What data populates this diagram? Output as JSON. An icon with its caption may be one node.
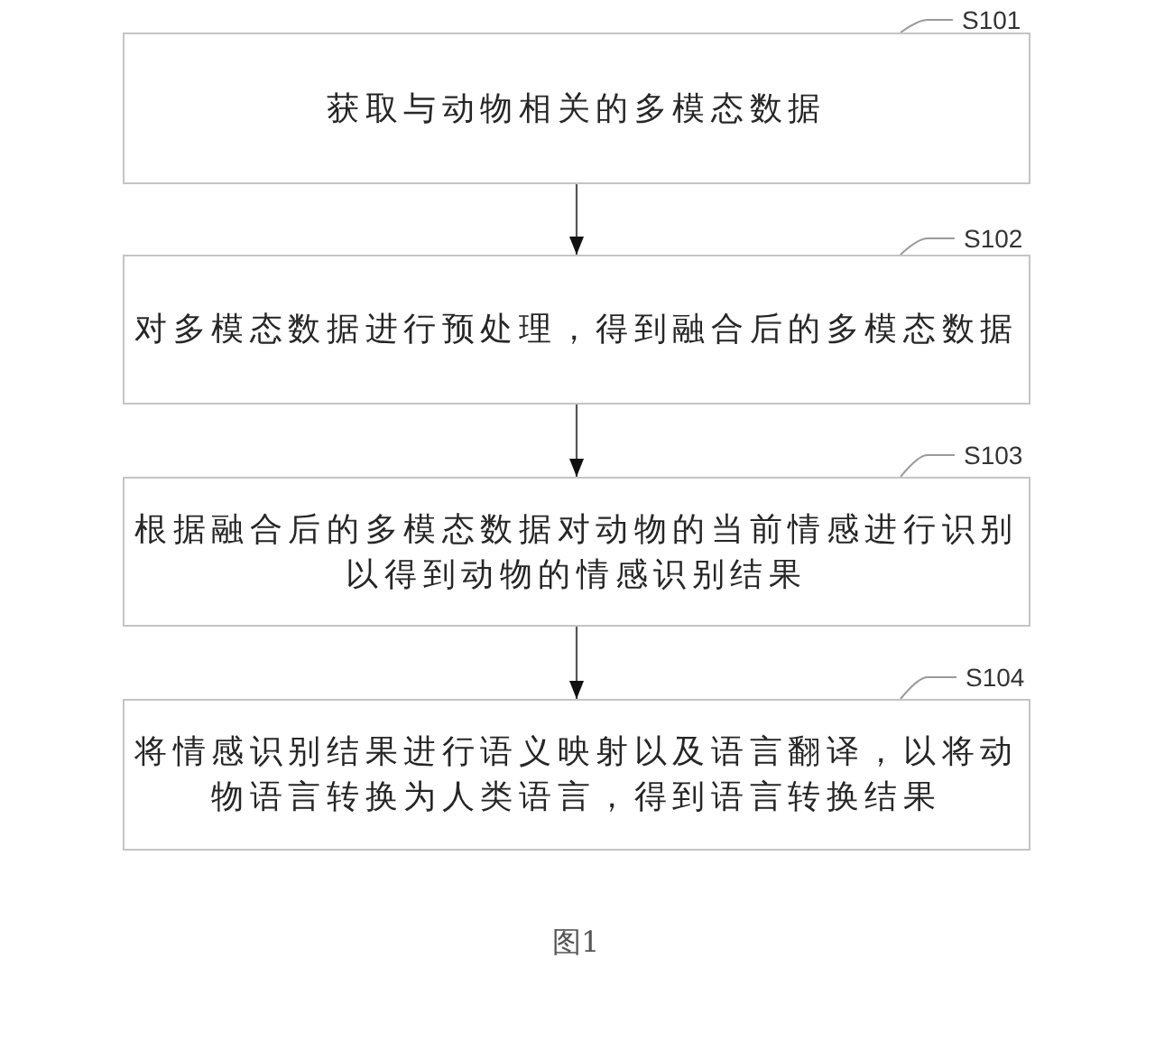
{
  "diagram": {
    "caption": "图1",
    "nodes": [
      {
        "text": [
          "S101"
        ]
      },
      {
        "text": [
          "获取与动物相关的多模态数据"
        ]
      },
      {
        "text": [
          "S102"
        ]
      },
      {
        "text": [
          "对多模态数据进行预处理，得到融合后的多模态数据"
        ]
      },
      {
        "text": [
          "S103"
        ]
      },
      {
        "text": [
          "根据融合后的多模态数据对动物的当前情感进行识别以得到动物的情感识别结果"
        ]
      },
      {
        "text": [
          "S104"
        ]
      },
      {
        "text": [
          "将情感识别结果进行语义映射以及语言翻译，以将动物语言转换为人类语言，得到语言转换结果"
        ]
      }
    ],
    "edges": [
      {
        "from": 0,
        "to": 1,
        "arrow": "none"
      },
      {
        "from": 1,
        "to": 3,
        "arrow": "to"
      },
      {
        "from": 2,
        "to": 3,
        "arrow": "none"
      },
      {
        "from": 3,
        "to": 5,
        "arrow": "to"
      },
      {
        "from": 4,
        "to": 5,
        "arrow": "none"
      },
      {
        "from": 5,
        "to": 7,
        "arrow": "to"
      },
      {
        "from": 6,
        "to": 7,
        "arrow": "none"
      }
    ]
  }
}
